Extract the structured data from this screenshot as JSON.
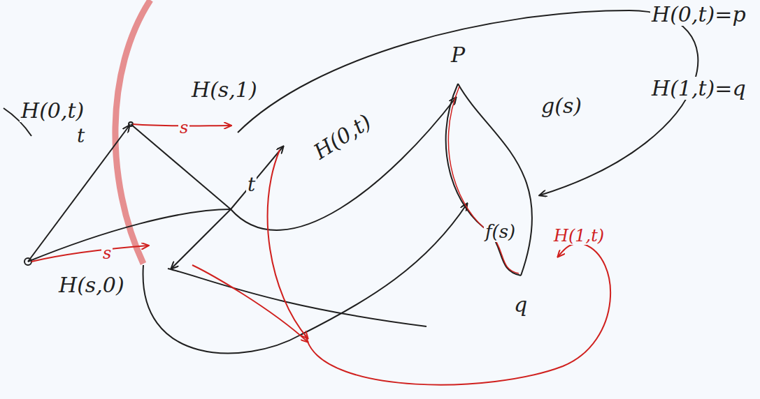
{
  "diagram": {
    "labels": [
      "H(0,t)",
      "t",
      "H(s,1)",
      "s",
      "t",
      "H(0,t)",
      "P",
      "g(s)",
      "H(0,t)=p",
      "H(1,t)=q",
      "f(s)",
      "H(1,t)",
      "q",
      "s",
      "H(s,0)"
    ]
  }
}
